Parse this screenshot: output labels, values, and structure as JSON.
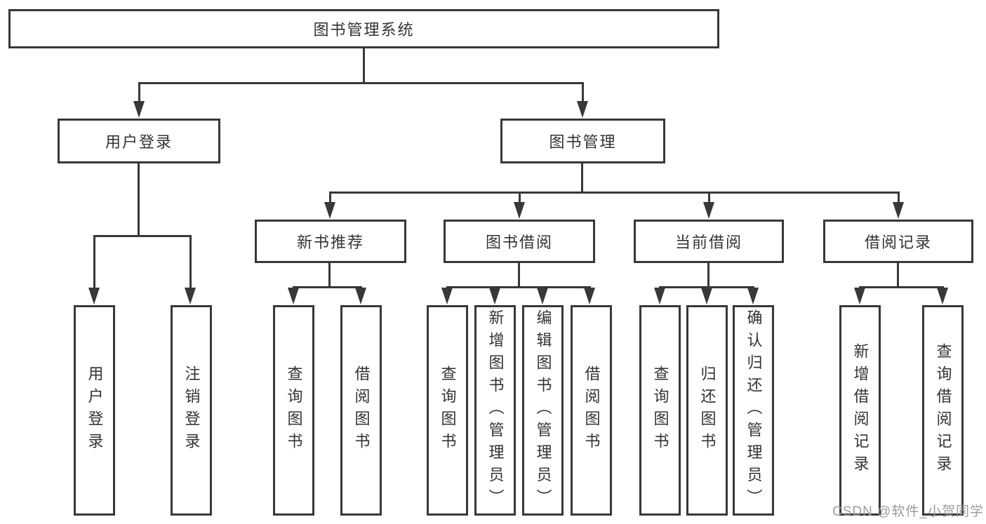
{
  "title": "图书管理系统",
  "level2": [
    {
      "label": "用户登录"
    },
    {
      "label": "图书管理"
    }
  ],
  "level3": [
    {
      "label": "新书推荐"
    },
    {
      "label": "图书借阅"
    },
    {
      "label": "当前借阅"
    },
    {
      "label": "借阅记录"
    }
  ],
  "leaves": [
    {
      "label": "用户登录"
    },
    {
      "label": "注销登录"
    },
    {
      "label": "查询图书"
    },
    {
      "label": "借阅图书"
    },
    {
      "label": "查询图书"
    },
    {
      "label": "新增图书（管理员）"
    },
    {
      "label": "编辑图书（管理员）"
    },
    {
      "label": "借阅图书"
    },
    {
      "label": "查询图书"
    },
    {
      "label": "归还图书"
    },
    {
      "label": "确认归还（管理员）"
    },
    {
      "label": "新增借阅记录"
    },
    {
      "label": "查询借阅记录"
    }
  ],
  "watermark": "CSDN @软件_小贺同学",
  "colors": {
    "line": "#383838",
    "text": "#333333",
    "box_background": "#ffffff",
    "page_background": "#ffffff",
    "watermark": "#9c9c9c"
  }
}
